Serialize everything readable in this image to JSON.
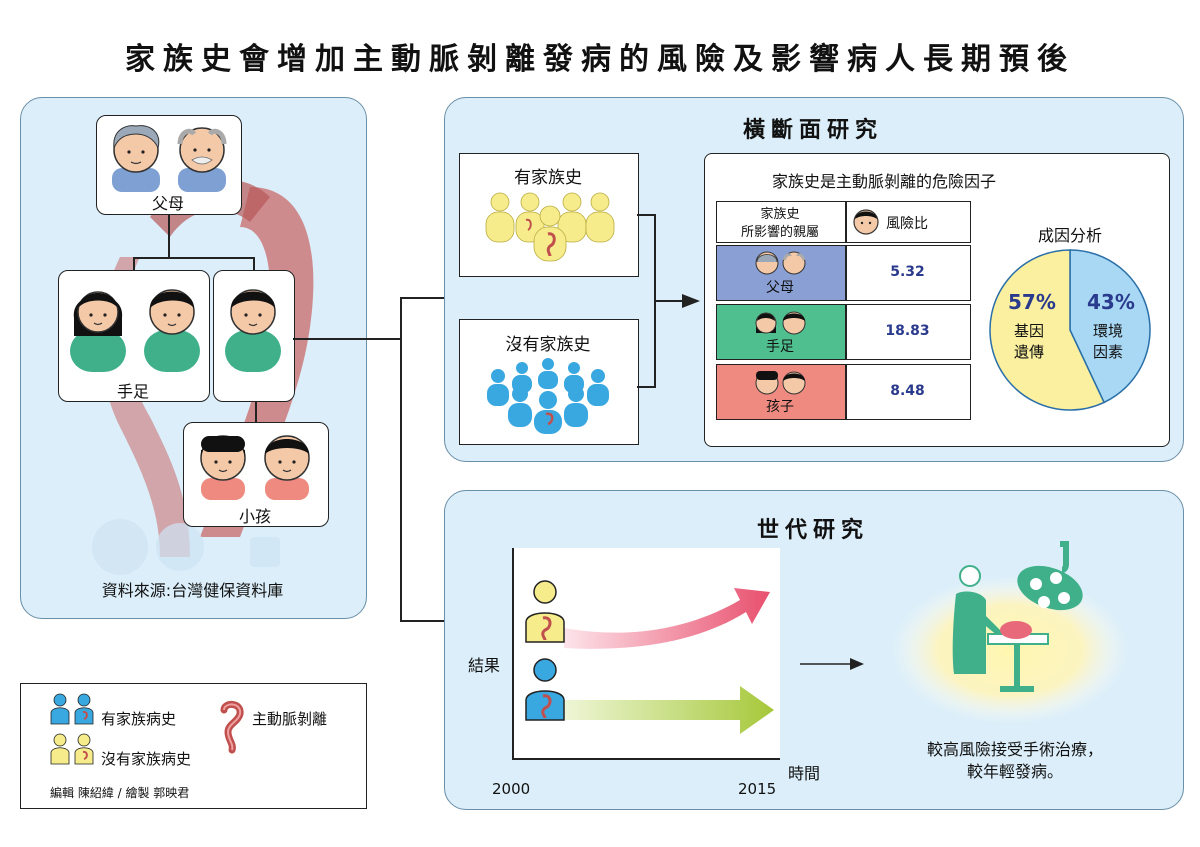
{
  "title": "家族史會增加主動脈剝離發病的風險及影響病人長期預後",
  "family": {
    "parents_label": "父母",
    "siblings_label": "手足",
    "children_label": "小孩",
    "source": "資料來源:台灣健保資料庫"
  },
  "cross_section": {
    "title": "橫斷面研究",
    "with_history": "有家族史",
    "without_history": "沒有家族史",
    "table_title": "家族史是主動脈剝離的危險因子",
    "col_relatives_line1": "家族史",
    "col_relatives_line2": "所影響的親屬",
    "col_risk": "風險比",
    "rows": [
      {
        "label": "父母",
        "value": "5.32",
        "color": "#8aa0d4"
      },
      {
        "label": "手足",
        "value": "18.83",
        "color": "#4fbf8f"
      },
      {
        "label": "孩子",
        "value": "8.48",
        "color": "#ee8a7f"
      }
    ],
    "cause_title": "成因分析",
    "genetic_pct": "57%",
    "genetic_line1": "基因",
    "genetic_line2": "遺傳",
    "env_pct": "43%",
    "env_line1": "環境",
    "env_line2": "因素",
    "pie": {
      "genetic": 57,
      "environment": 43,
      "genetic_color": "#faf0a0",
      "env_color": "#a8d8f4"
    }
  },
  "cohort": {
    "title": "世代研究",
    "y_label": "結果",
    "x_label": "時間",
    "x_start": "2000",
    "x_end": "2015",
    "outcome_line1": "較高風險接受手術治療，",
    "outcome_line2": "較年輕發病。"
  },
  "legend": {
    "with_history": "有家族病史",
    "without_history": "沒有家族病史",
    "dissection": "主動脈剝離",
    "credits": "編輯  陳紹緯  /  繪製  郭映君"
  },
  "colors": {
    "blue_person": "#3aa8e0",
    "yellow_person": "#f7ec8c",
    "green_person": "#3fb08a",
    "panel_bg": "#dbeef9",
    "arrow_pink": "#e8506e",
    "arrow_green": "#a6c83a"
  }
}
